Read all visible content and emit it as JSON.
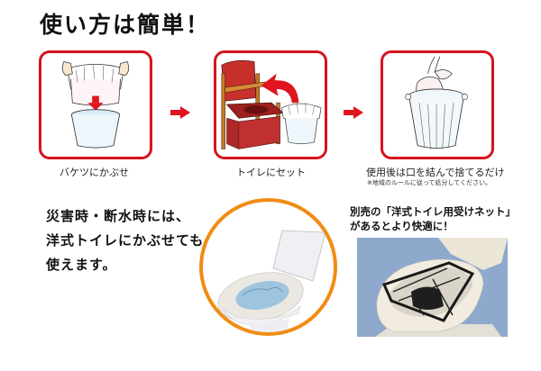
{
  "title": "使い方は簡単！",
  "steps": [
    {
      "label": "バケツにかぶせ",
      "illustration": "bag-over-bucket"
    },
    {
      "label": "トイレにセット",
      "illustration": "bucket-into-commode-chair"
    },
    {
      "label": "使用後は口を結んで捨てるだけ",
      "note": "※地域のルールに従って処分してください。",
      "illustration": "tied-bag-in-trash-can"
    }
  ],
  "step_arrow_icon": "right-arrow-icon",
  "disaster": {
    "lines": [
      "災害時・断水時には、",
      "洋式トイレにかぶせても",
      "使えます。"
    ],
    "photo": "western-toilet-with-bag"
  },
  "net": {
    "lines": [
      "別売の「洋式トイレ用受けネット」",
      "があるとより快適に！"
    ],
    "photo": "toilet-with-receiving-net"
  },
  "colors": {
    "box_border": "#d7141e",
    "arrow": "#e0141e",
    "circle_border": "#f08c14",
    "text": "#111111"
  }
}
